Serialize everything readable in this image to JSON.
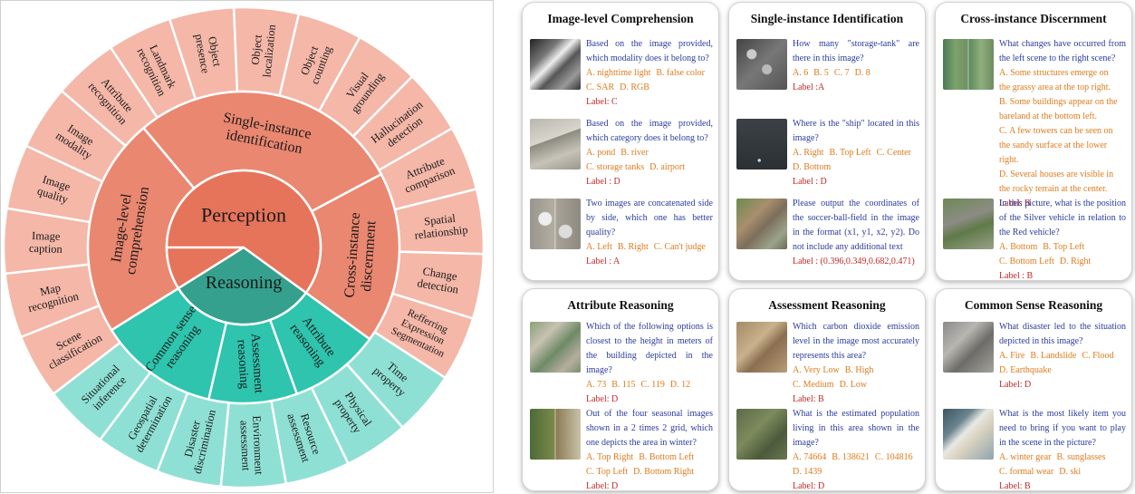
{
  "sunburst": {
    "center": {
      "perception": "Perception",
      "reasoning": "Reasoning"
    },
    "mid": [
      {
        "lines": [
          "Single-instance",
          "identification"
        ]
      },
      {
        "lines": [
          "Cross-instance",
          "discernment"
        ]
      },
      {
        "lines": [
          "Attribute",
          "reasoning"
        ]
      },
      {
        "lines": [
          "Assessment",
          "reasoning"
        ]
      },
      {
        "lines": [
          "Common sense",
          "reasoning"
        ]
      },
      {
        "lines": [
          "Image-level",
          "comprehension"
        ]
      }
    ],
    "outer": [
      {
        "lines": [
          "Object",
          "presence"
        ]
      },
      {
        "lines": [
          "Object",
          "localization"
        ]
      },
      {
        "lines": [
          "Object",
          "counting"
        ]
      },
      {
        "lines": [
          "Visual",
          "grounding"
        ]
      },
      {
        "lines": [
          "Hallucination",
          "detection"
        ]
      },
      {
        "lines": [
          "Attribute",
          "comparison"
        ]
      },
      {
        "lines": [
          "Spatial",
          "relationship"
        ]
      },
      {
        "lines": [
          "Change",
          "detection"
        ]
      },
      {
        "lines": [
          "Refferring",
          "Expression",
          "Segmentation"
        ]
      },
      {
        "lines": [
          "Time",
          "property"
        ]
      },
      {
        "lines": [
          "Physical",
          "property"
        ]
      },
      {
        "lines": [
          "Resource",
          "assessment"
        ]
      },
      {
        "lines": [
          "Environment",
          "assessment"
        ]
      },
      {
        "lines": [
          "Disaster",
          "discrimination"
        ]
      },
      {
        "lines": [
          "Geospatial",
          "determination"
        ]
      },
      {
        "lines": [
          "Situational",
          "inference"
        ]
      },
      {
        "lines": [
          "Scene",
          "classification"
        ]
      },
      {
        "lines": [
          "Map",
          "recognition"
        ]
      },
      {
        "lines": [
          "Image",
          "caption"
        ]
      },
      {
        "lines": [
          "Image",
          "quality"
        ]
      },
      {
        "lines": [
          "Image",
          "modality"
        ]
      },
      {
        "lines": [
          "Attribute",
          "recognition"
        ]
      },
      {
        "lines": [
          "Landmark",
          "recognition"
        ]
      }
    ],
    "colors": {
      "perception_inner": "#e6745a",
      "perception_mid": "#ea8770",
      "perception_outer": "#f4b7a8",
      "reasoning_inner": "#35a08e",
      "reasoning_mid": "#2ec4ae",
      "reasoning_outer": "#8fe0d4"
    }
  },
  "cards": [
    {
      "title": "Image-level Comprehension",
      "items": [
        {
          "question": "Based on the image provided, which modality does it belong to?",
          "options": [
            "A. nighttime light",
            "B. false color",
            "C. SAR",
            "D. RGB"
          ],
          "label": "Label: C",
          "thumb": "sar"
        },
        {
          "question": "Based on the image provided, which category does it belong to?",
          "options": [
            "A. pond",
            "B. river",
            "C. storage tanks",
            "D. airport"
          ],
          "label": "Label : D",
          "thumb": "airport"
        },
        {
          "question": "Two images are concatenated side by side, which one has better quality?",
          "options": [
            "A. Left",
            "B. Right",
            "C. Can't judge"
          ],
          "label": "Label : A",
          "thumb": "tanks"
        }
      ]
    },
    {
      "title": "Single-instance Identification",
      "items": [
        {
          "question": "How many \"storage-tank\" are there in this image?",
          "options": [
            "A. 6",
            "B. 5",
            "C. 7",
            "D. 8"
          ],
          "label": "Label :A",
          "thumb": "industrial"
        },
        {
          "question": "Where is the \"ship\" located in this image?",
          "options": [
            "A. Right",
            "B. Top Left",
            "C. Center",
            "D. Bottom"
          ],
          "label": "Label : D",
          "thumb": "sea"
        },
        {
          "question": "Please output the coordinates of the soccer-ball-field in the image in the format (x1, y1, x2, y2). Do not include any additional text",
          "options": [],
          "label": "Label : (0.396,0.349,0.682,0.471)",
          "thumb": "city"
        }
      ]
    },
    {
      "title": "Cross-instance Discernment",
      "items": [
        {
          "question": "What changes have occurred from the left scene to the right scene?",
          "options": [
            "A. Some structures emerge on the grassy area at the top right.",
            "B. Some buildings appear on the bareland at the bottom left.",
            "C. A few towers can be seen on the sandy surface at the lower right.",
            "D. Several houses are visible in the rocky terrain at the center."
          ],
          "label": "Label: B",
          "thumb": "change"
        },
        {
          "question": "In this picture, what is the position of the Silver vehicle in relation to the Red vehicle?",
          "options": [
            "A. Bottom",
            "B. Top Left",
            "C. Bottom Left",
            "D. Right"
          ],
          "label": "Label : B",
          "thumb": "road"
        }
      ]
    },
    {
      "title": "Attribute Reasoning",
      "items": [
        {
          "question": "Which of the following options is closest to the height in meters of the building depicted in the image?",
          "options": [
            "A. 73",
            "B. 115",
            "C. 119",
            "D. 12"
          ],
          "label": "Label: D",
          "thumb": "campus"
        },
        {
          "question": "Out of the four seasonal images shown in a 2 times 2 grid, which one depicts the area in winter?",
          "options": [
            "A. Top Right",
            "B. Bottom Left",
            "C. Top Left",
            "D. Bottom Right"
          ],
          "label": "Label: D",
          "thumb": "seasons"
        }
      ]
    },
    {
      "title": "Assessment Reasoning",
      "items": [
        {
          "question": "Which carbon dioxide emission level in the image most accurately represents this area?",
          "options": [
            "A. Very Low",
            "B. High",
            "C. Medium",
            "D. Low"
          ],
          "label": "Label: B",
          "thumb": "urban"
        },
        {
          "question": "What is the estimated population living in this area shown in the image?",
          "options": [
            "A. 74664",
            "B. 138621",
            "C. 104816",
            "D. 1439"
          ],
          "label": "Label: D",
          "thumb": "terrain"
        }
      ]
    },
    {
      "title": "Common Sense Reasoning",
      "items": [
        {
          "question": "What disaster led to the situation depicted in this image?",
          "options": [
            "A. Fire",
            "B. Landslide",
            "C. Flood",
            "D. Earthquake"
          ],
          "label": "Label: D",
          "thumb": "rubble"
        },
        {
          "question": "What is the most likely item you need to bring if you want to play in the scene in the picture?",
          "options": [
            "A. winter gear",
            "B. sunglasses",
            "C. formal wear",
            "D. ski"
          ],
          "label": "Label: B",
          "thumb": "beach"
        }
      ]
    }
  ]
}
